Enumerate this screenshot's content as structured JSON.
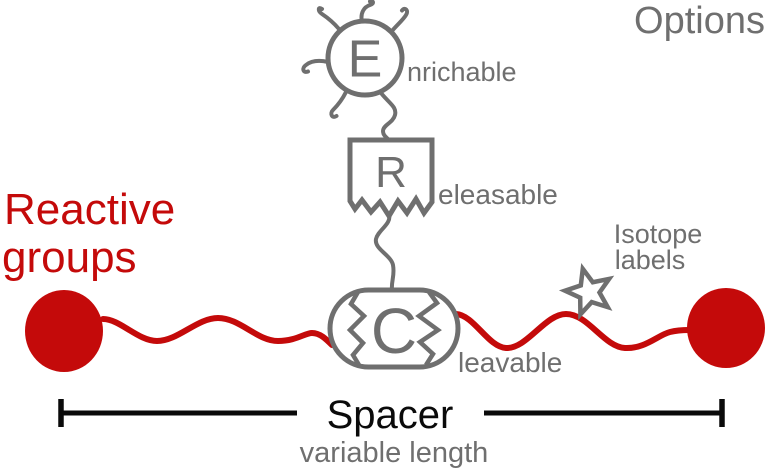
{
  "figure": {
    "type": "crosslinker-reagent-schematic",
    "options_header": "Options",
    "reactive_groups": {
      "line1": "Reactive",
      "line2": "groups"
    },
    "modules": {
      "enrichable": {
        "letter": "E",
        "label_rest": "nrichable",
        "full_word": "Enrichable"
      },
      "releasable": {
        "letter": "R",
        "label_rest": "eleasable",
        "full_word": "Releasable"
      },
      "cleavable": {
        "letter": "C",
        "label_rest": "leavable",
        "full_word": "Cleavable"
      }
    },
    "isotope": {
      "line1": "Isotope",
      "line2": "labels"
    },
    "spacer": {
      "label": "Spacer",
      "sublabel": "variable length"
    }
  },
  "colors": {
    "red": "#c40a0a",
    "gray": "#6f6f6f",
    "black": "#0a0a0a"
  }
}
